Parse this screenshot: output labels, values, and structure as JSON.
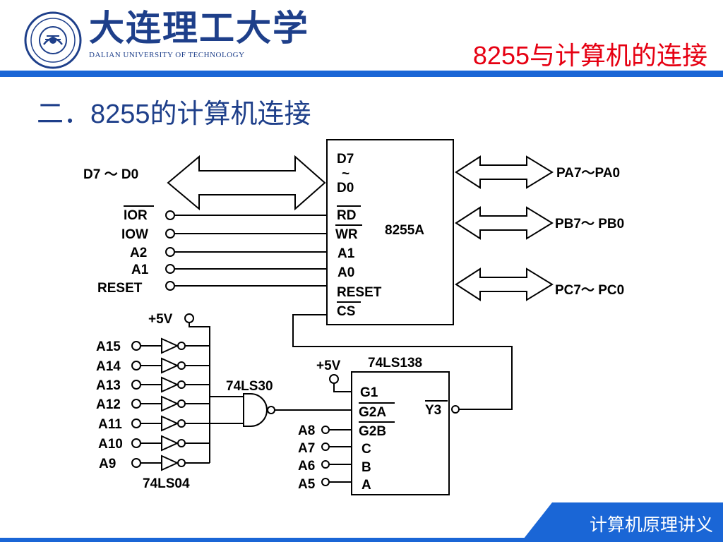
{
  "header": {
    "logo_cn": "大连理工大学",
    "logo_en": "DALIAN UNIVERSITY OF TECHNOLOGY",
    "slide_title": "8255与计算机的连接"
  },
  "section_title": "二．8255的计算机连接",
  "footer": {
    "text": "计算机原理讲义"
  },
  "colors": {
    "title_red": "#e60012",
    "navy": "#1e3f8a",
    "bar_blue": "#1a66d6"
  },
  "diagram": {
    "data_bus": "D7 ～ D0",
    "chip_8255": {
      "name": "8255A",
      "d7": "D7",
      "tilde": "~",
      "d0": "D0",
      "rd": "RD",
      "wr": "WR",
      "a1": "A1",
      "a0": "A0",
      "reset": "RESET",
      "cs": "CS"
    },
    "port_a": "PA7～PA0",
    "port_b": "PB7～ PB0",
    "port_c": "PC7～ PC0",
    "bus_signals": {
      "ior": "IOR",
      "iow": "IOW",
      "a2": "A2",
      "a1": "A1",
      "reset": "RESET"
    },
    "vcc_left": "+5V",
    "vcc_right": "+5V",
    "address_inputs": [
      "A15",
      "A14",
      "A13",
      "A12",
      "A11",
      "A10",
      "A9"
    ],
    "inverter": "74LS04",
    "nand": "74LS30",
    "decoder": {
      "name": "74LS138",
      "g1": "G1",
      "g2a": "G2A",
      "g2b": "G2B",
      "c": "C",
      "b": "B",
      "a": "A",
      "y3": "Y3"
    },
    "decoder_inputs": [
      "A8",
      "A7",
      "A6",
      "A5"
    ]
  }
}
